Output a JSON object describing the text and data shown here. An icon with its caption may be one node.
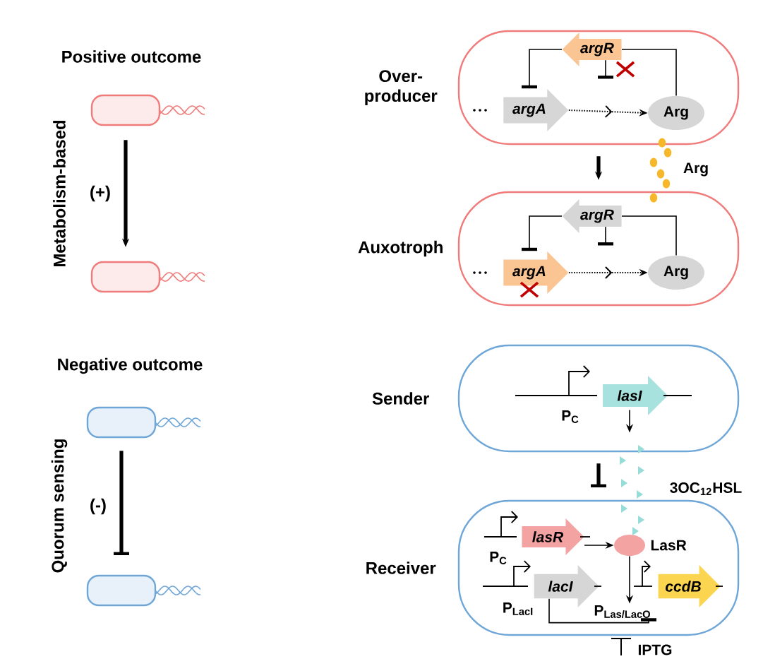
{
  "diagram": {
    "nodes": [
      {
        "text": [],
        "shape": "cell"
      },
      {
        "text": [],
        "shape": "cell"
      },
      {
        "text": [],
        "shape": "cell"
      },
      {
        "text": [],
        "shape": "cell"
      },
      {
        "text": [
          "Over- producer"
        ]
      },
      {
        "text": [
          "argR"
        ],
        "in": 4
      },
      {
        "text": [
          "argA"
        ],
        "in": 4
      },
      {
        "text": [
          "Arg"
        ],
        "in": 4
      },
      {
        "text": [
          "Auxotroph"
        ]
      },
      {
        "text": [
          "argR"
        ],
        "in": 8
      },
      {
        "text": [
          "argA"
        ],
        "in": 8
      },
      {
        "text": [
          "Arg"
        ],
        "in": 8
      },
      {
        "text": [
          "Sender"
        ]
      },
      {
        "text": [
          "lasI"
        ],
        "in": 12
      },
      {
        "text": [
          "Receiver"
        ]
      },
      {
        "text": [
          "lasR"
        ],
        "in": 14
      },
      {
        "text": [],
        "shape": "ellipse",
        "beside": [
          "LasR"
        ],
        "in": 14
      },
      {
        "text": [
          "lacI"
        ],
        "in": 14
      },
      {
        "text": [
          "ccdB"
        ],
        "in": 14
      },
      {
        "text": [
          "P$_{Las/LacO}$"
        ],
        "in": 14
      }
    ],
    "edges": [
      {
        "from": 0,
        "to": 1,
        "arrow": "to",
        "label": "(+)",
        "style": "thick"
      },
      {
        "from": 2,
        "to": 3,
        "arrow": "other",
        "label": "(-)",
        "style": "thick"
      },
      {
        "from": 4,
        "to": 8,
        "arrow": "to",
        "style": "thick"
      },
      {
        "from": 12,
        "to": 14,
        "arrow": "other",
        "style": "thick"
      },
      {
        "from": 6,
        "to": 7,
        "arrow": "to",
        "style": "dashed"
      },
      {
        "from": 7,
        "to": 5,
        "arrow": "none"
      },
      {
        "from": 5,
        "to": 6,
        "arrow": "other"
      },
      {
        "from": 5,
        "to": null,
        "arrow": "other"
      },
      {
        "from": 10,
        "to": 11,
        "arrow": "to",
        "style": "dashed"
      },
      {
        "from": 11,
        "to": 9,
        "arrow": "none"
      },
      {
        "from": 9,
        "to": 10,
        "arrow": "other"
      },
      {
        "from": 9,
        "to": null,
        "arrow": "other"
      },
      {
        "from": 13,
        "to": null,
        "arrow": "to"
      },
      {
        "from": 15,
        "to": 16,
        "arrow": "to"
      },
      {
        "from": 16,
        "to": 19,
        "arrow": "to"
      },
      {
        "from": 17,
        "to": 19,
        "arrow": "other"
      }
    ],
    "labels": [
      "Positive outcome",
      "Metabolism-based",
      "Arg",
      "Negative outcome",
      "Quorum sensing",
      "P$_{C}$",
      "3OC$_{12}$HSL",
      "P$_{C}$",
      "P$_{LacI}$",
      "IPTG"
    ]
  }
}
